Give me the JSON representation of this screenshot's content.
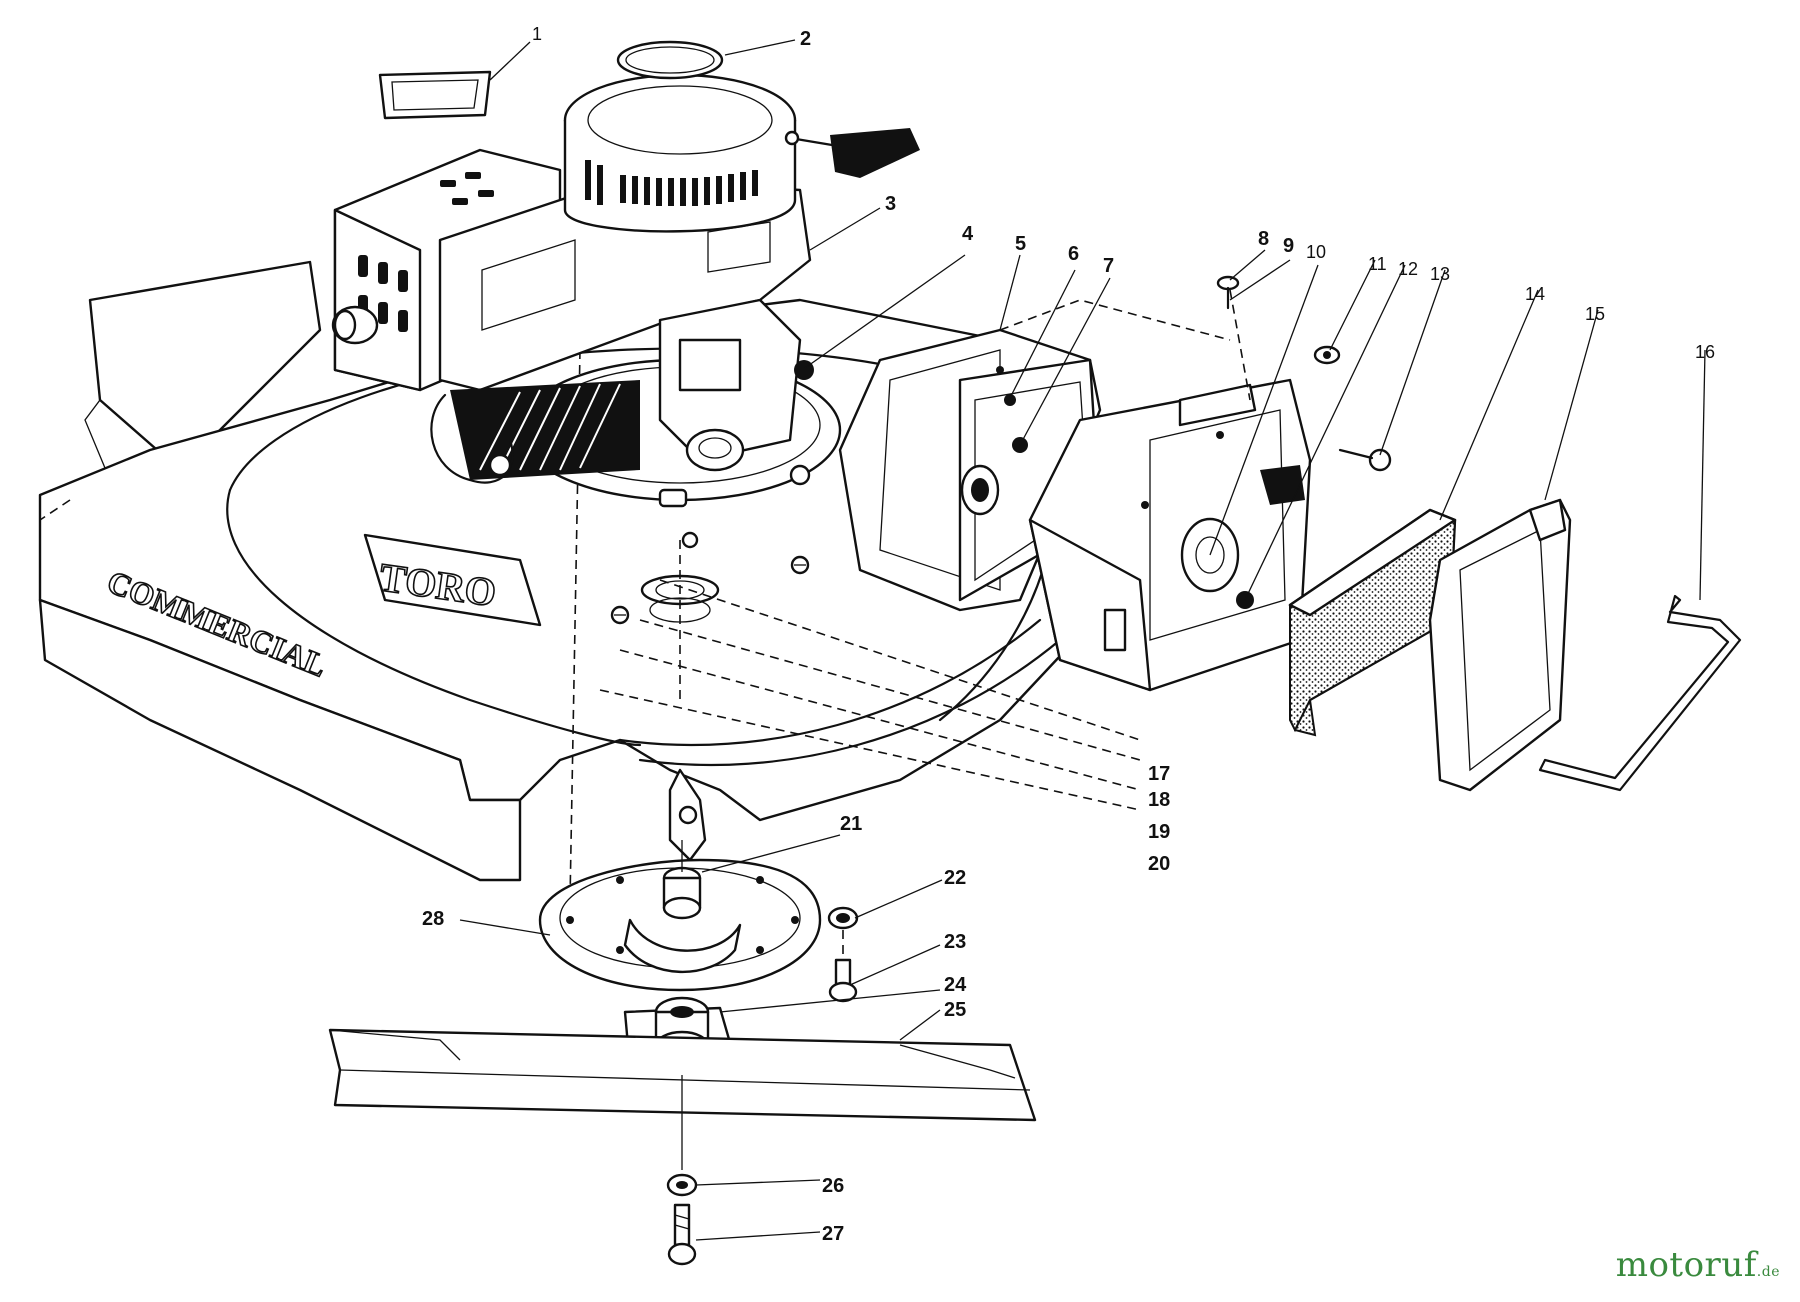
{
  "diagram": {
    "callouts": [
      "1",
      "2",
      "3",
      "4",
      "5",
      "6",
      "7",
      "8",
      "9",
      "10",
      "11",
      "12",
      "13",
      "14",
      "15",
      "16",
      "17",
      "18",
      "19",
      "20",
      "21",
      "22",
      "23",
      "24",
      "25",
      "26",
      "27",
      "28"
    ],
    "deck_text": {
      "brand": "TORO",
      "model": "COMMERCIAL"
    }
  },
  "watermark": {
    "name": "motoruf",
    "tld": ".de"
  },
  "colors": {
    "ink": "#111111",
    "paper": "#ffffff",
    "watermark_green": "#3a8a3e",
    "watermark_orange": "#e88a1a"
  }
}
